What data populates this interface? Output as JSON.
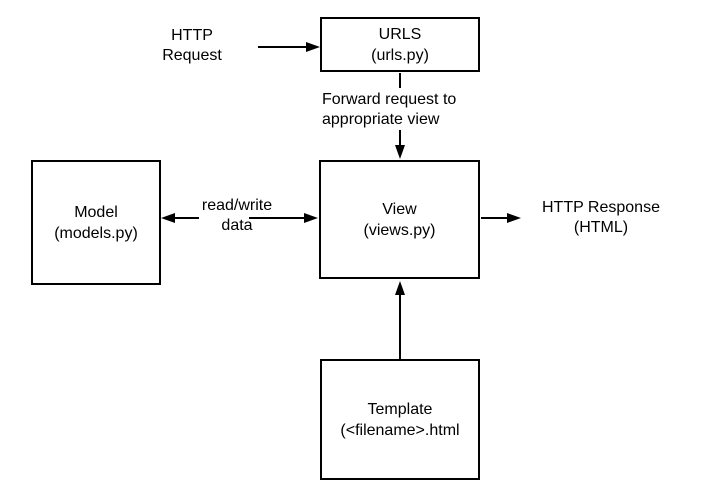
{
  "diagram": {
    "nodes": {
      "urls": {
        "title": "URLS",
        "subtitle": "(urls.py)"
      },
      "model": {
        "title": "Model",
        "subtitle": "(models.py)"
      },
      "view": {
        "title": "View",
        "subtitle": "(views.py)"
      },
      "template": {
        "title": "Template",
        "subtitle": "(<filename>.html"
      }
    },
    "labels": {
      "http_request": {
        "line1": "HTTP",
        "line2": "Request"
      },
      "forward": {
        "line1": "Forward request to",
        "line2": "appropriate view"
      },
      "read_write": {
        "line1": "read/write",
        "line2": "data"
      },
      "http_response": {
        "line1": "HTTP Response",
        "line2": "(HTML)"
      }
    },
    "colors": {
      "stroke": "#000000",
      "background": "#ffffff",
      "text": "#000000"
    }
  }
}
